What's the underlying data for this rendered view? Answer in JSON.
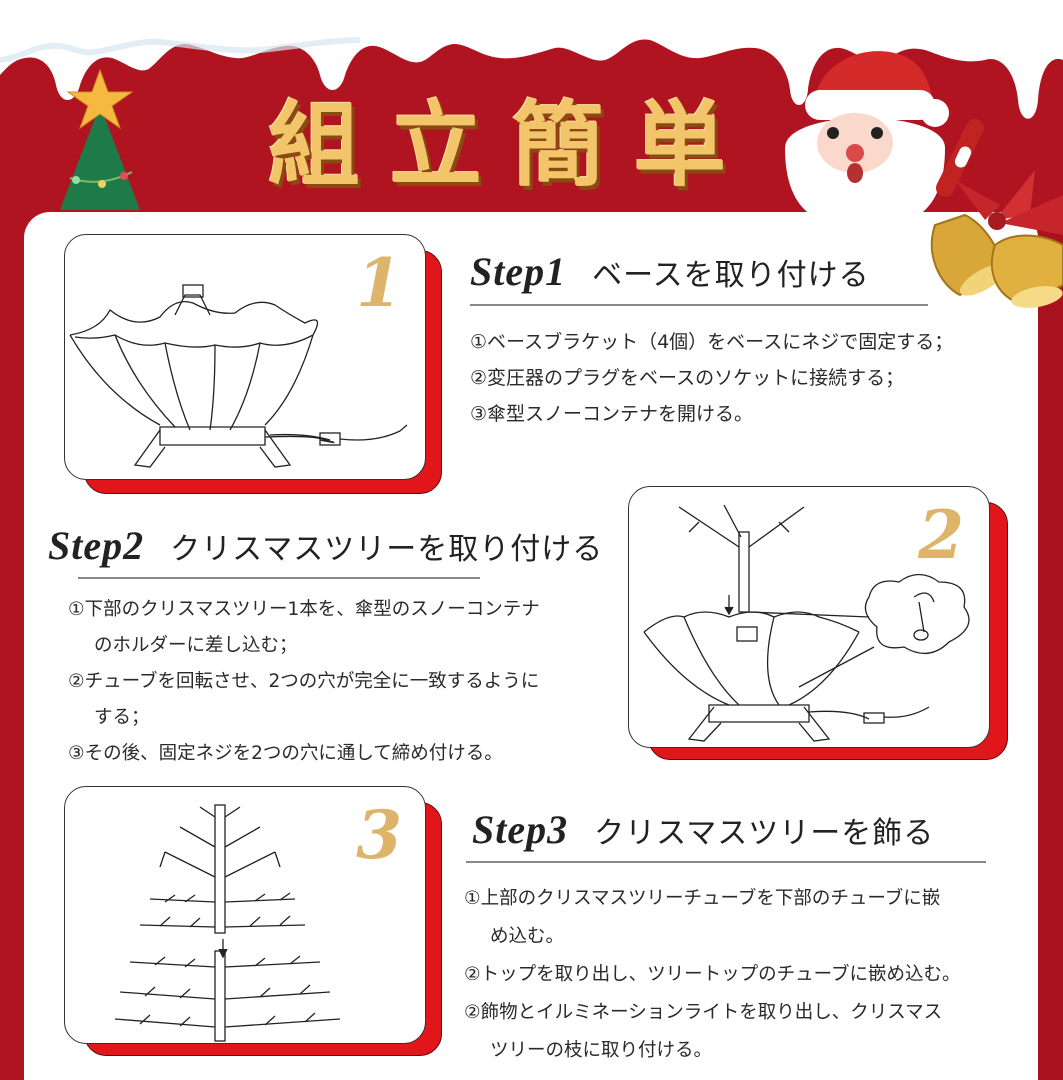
{
  "banner": {
    "title": "組立簡単",
    "colors": {
      "background": "#b01420",
      "title": "#f3c56b",
      "accent_gold": "#deb46a",
      "card_shadow": "#e0161b"
    },
    "decorations": [
      "christmas-tree-icon",
      "star-icon",
      "santa-icon",
      "bells-icon",
      "snow-drip"
    ]
  },
  "steps": [
    {
      "number": "1",
      "label": "Step1",
      "title": "ベースを取り付ける",
      "illustration": "umbrella-base-stand-illustration",
      "instructions": [
        "①ベースブラケット（4個）をベースにネジで固定する；",
        "②変圧器のプラグをベースのソケットに接続する；",
        "③傘型スノーコンテナを開ける。"
      ]
    },
    {
      "number": "2",
      "label": "Step2",
      "title": "クリスマスツリーを取り付ける",
      "illustration": "tree-trunk-insert-illustration",
      "instructions": [
        "①下部のクリスマスツリー1本を、傘型のスノーコンテナ",
        "のホルダーに差し込む；",
        "②チューブを回転させ、2つの穴が完全に一致するように",
        "する；",
        "③その後、固定ネジを2つの穴に通して締め付ける。"
      ]
    },
    {
      "number": "3",
      "label": "Step3",
      "title": "クリスマスツリーを飾る",
      "illustration": "tree-assembly-illustration",
      "instructions": [
        "①上部のクリスマスツリーチューブを下部のチューブに嵌",
        "め込む。",
        "②トップを取り出し、ツリートップのチューブに嵌め込む。",
        "②飾物とイルミネーションライトを取り出し、クリスマス",
        "ツリーの枝に取り付ける。"
      ]
    }
  ]
}
